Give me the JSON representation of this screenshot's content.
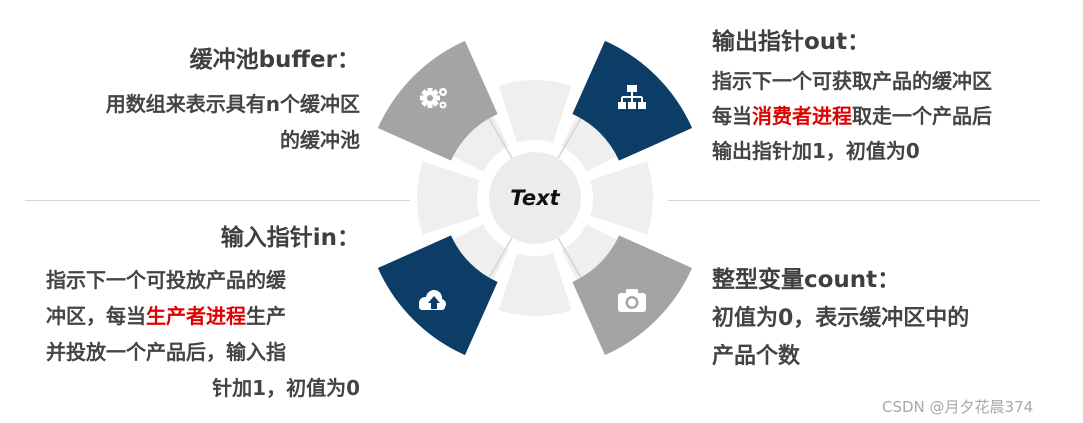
{
  "center": {
    "label": "Text"
  },
  "colors": {
    "gray_petal": "#a4a4a4",
    "navy_petal": "#0b3d66",
    "light_ring": "#efefef",
    "highlight": "#e00000"
  },
  "sections": {
    "buffer": {
      "title": "缓冲池buffer：",
      "lines": [
        "用数组来表示具有n个缓冲区",
        "的缓冲池"
      ],
      "icon": "gears-icon"
    },
    "out": {
      "title": "输出指针out：",
      "line1": "指示下一个可获取产品的缓冲区",
      "line2_pre": "每当",
      "line2_hl": "消费者进程",
      "line2_post": "取走一个产品后",
      "line3": "输出指针加1，初值为0",
      "icon": "sitemap-icon"
    },
    "in": {
      "title": "输入指针in：",
      "line1": "指示下一个可投放产品的缓",
      "line2_pre": "冲区，每当",
      "line2_hl": "生产者进程",
      "line2_post": "生产",
      "line3": "并投放一个产品后，输入指",
      "line4": "针加1，初值为0",
      "icon": "cloud-upload-icon"
    },
    "count": {
      "title": "整型变量count：",
      "lines": [
        "初值为0，表示缓冲区中的",
        "产品个数"
      ],
      "icon": "camera-icon"
    }
  },
  "watermark": "CSDN @月夕花晨374"
}
